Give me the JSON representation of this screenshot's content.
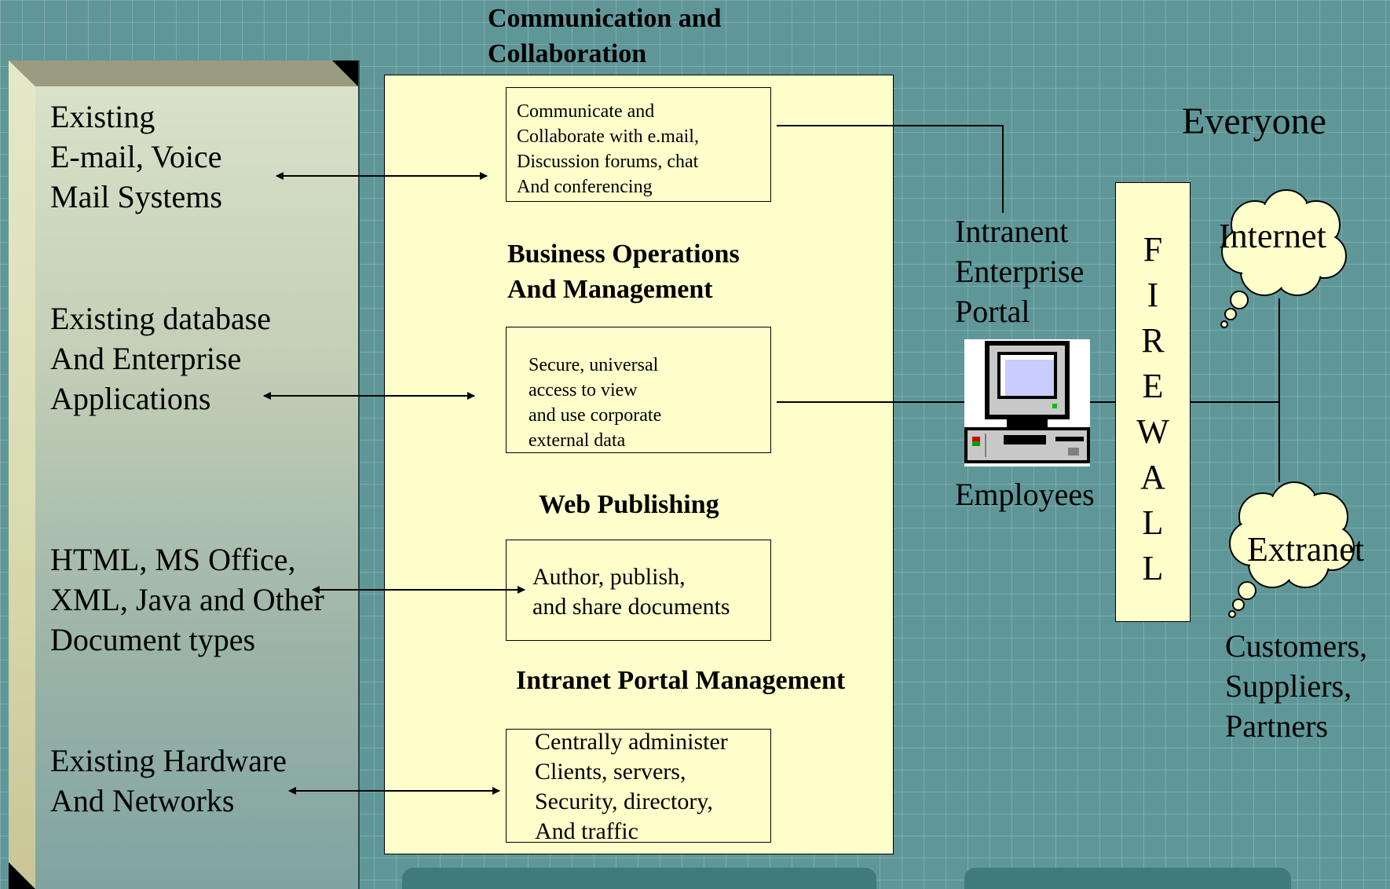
{
  "left_panel": {
    "items": [
      "Existing\nE-mail, Voice\nMail Systems",
      "Existing database\nAnd Enterprise\nApplications",
      "HTML, MS Office,\nXML, Java and Other\nDocument types",
      "Existing Hardware\nAnd Networks"
    ]
  },
  "center": {
    "top_heading": "Communication and\nCollaboration",
    "sections": [
      {
        "heading": "Business Operations\nAnd Management"
      },
      {
        "heading": "Web Publishing"
      },
      {
        "heading": "Intranet Portal Management"
      }
    ],
    "boxes": [
      "Communicate and\nCollaborate with e.mail,\nDiscussion forums, chat\nAnd conferencing",
      "Secure, universal\naccess to view\nand use corporate\nexternal data",
      "Author, publish,\nand share documents",
      "Centrally administer\nClients, servers,\nSecurity, directory,\nAnd traffic"
    ]
  },
  "right": {
    "portal_label": "Intranent\nEnterprise\nPortal",
    "employees_label": "Employees",
    "firewall_letters": [
      "F",
      "I",
      "R",
      "E",
      "W",
      "A",
      "L",
      "L"
    ],
    "everyone_label": "Everyone",
    "internet_label": "Internet",
    "extranet_label": "Extranet",
    "external_users": "Customers,\nSuppliers,\nPartners"
  },
  "colors": {
    "background": "#5f9799",
    "panel_yellow": "#ffffcc",
    "tab": "#3f7a7c",
    "bevel": "#9b9c7f"
  },
  "icons": [
    "computer-icon",
    "cloud-icon"
  ]
}
